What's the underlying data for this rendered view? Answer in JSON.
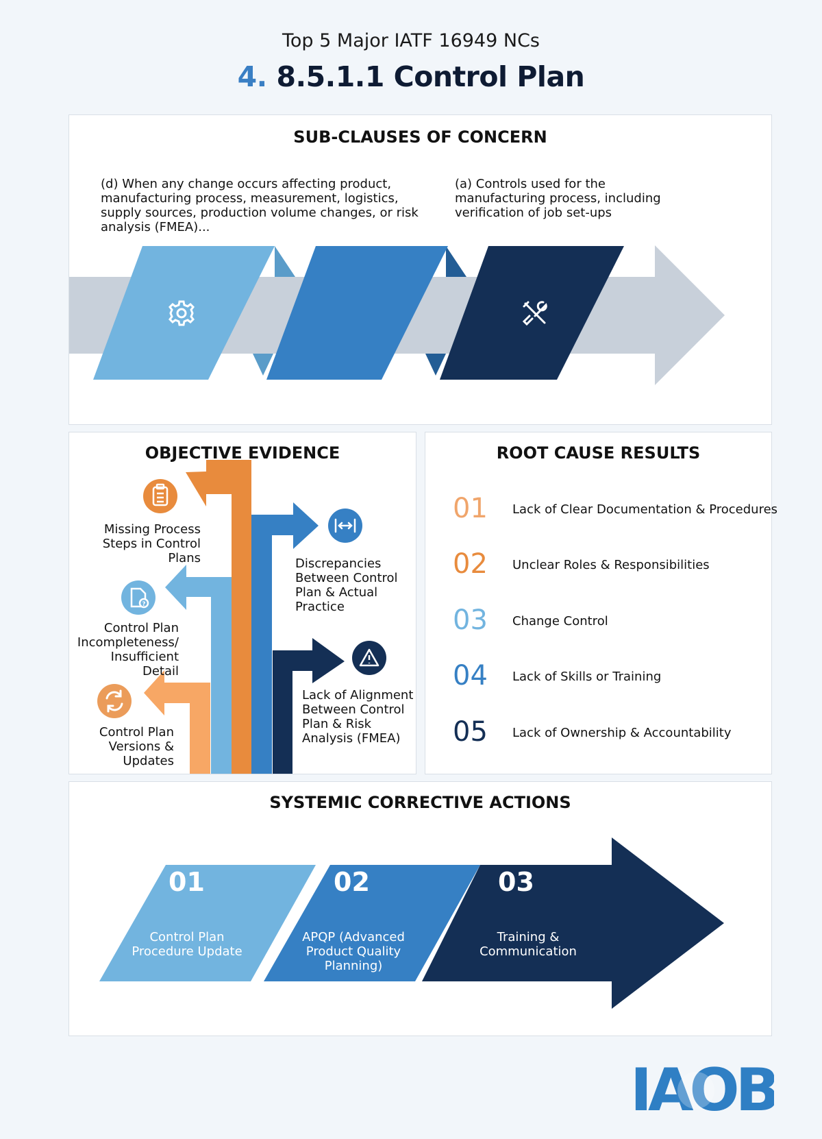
{
  "header": {
    "subtitle": "Top 5 Major IATF 16949 NCs",
    "title_number": "4.",
    "title_text": "8.5.1.1 Control Plan"
  },
  "sub_clauses": {
    "heading": "SUB-CLAUSES OF CONCERN",
    "left_text": "(d) When any change occurs affecting product, manufacturing process, measurement, logistics, supply sources, production volume changes, or risk analysis (FMEA)...",
    "right_text": "(a) Controls used for the manufacturing process, including verification of job set-ups",
    "icons": [
      "gear-icon",
      "tools-icon"
    ]
  },
  "objective_evidence": {
    "heading": "OBJECTIVE EVIDENCE",
    "items": [
      {
        "label": "Missing Process Steps in Control Plans",
        "icon": "clipboard-icon"
      },
      {
        "label": "Control Plan Incompleteness/ Insufficient Detail",
        "icon": "document-question-icon"
      },
      {
        "label": "Control Plan Versions & Updates",
        "icon": "refresh-icon"
      },
      {
        "label": "Discrepancies Between Control Plan & Actual Practice",
        "icon": "arrows-horizontal-icon"
      },
      {
        "label": "Lack of Alignment Between Control Plan & Risk Analysis (FMEA)",
        "icon": "warning-icon"
      }
    ]
  },
  "root_cause": {
    "heading": "ROOT CAUSE RESULTS",
    "items": [
      {
        "num": "01",
        "label": "Lack of Clear Documentation & Procedures"
      },
      {
        "num": "02",
        "label": "Unclear Roles & Responsibilities"
      },
      {
        "num": "03",
        "label": "Change Control"
      },
      {
        "num": "04",
        "label": "Lack of Skills or Training"
      },
      {
        "num": "05",
        "label": "Lack of Ownership & Accountability"
      }
    ]
  },
  "corrective_actions": {
    "heading": "SYSTEMIC CORRECTIVE ACTIONS",
    "items": [
      {
        "num": "01",
        "label": "Control Plan Procedure Update"
      },
      {
        "num": "02",
        "label": "APQP (Advanced Product Quality Planning)"
      },
      {
        "num": "03",
        "label": "Training & Communication"
      }
    ]
  },
  "logo": {
    "text": "IAOB"
  },
  "colors": {
    "light_blue": "#72b4df",
    "mid_blue": "#3680c4",
    "navy": "#142f55",
    "orange": "#e88b3d",
    "light_orange": "#f7a765",
    "grey_arrow": "#c8d0da"
  }
}
